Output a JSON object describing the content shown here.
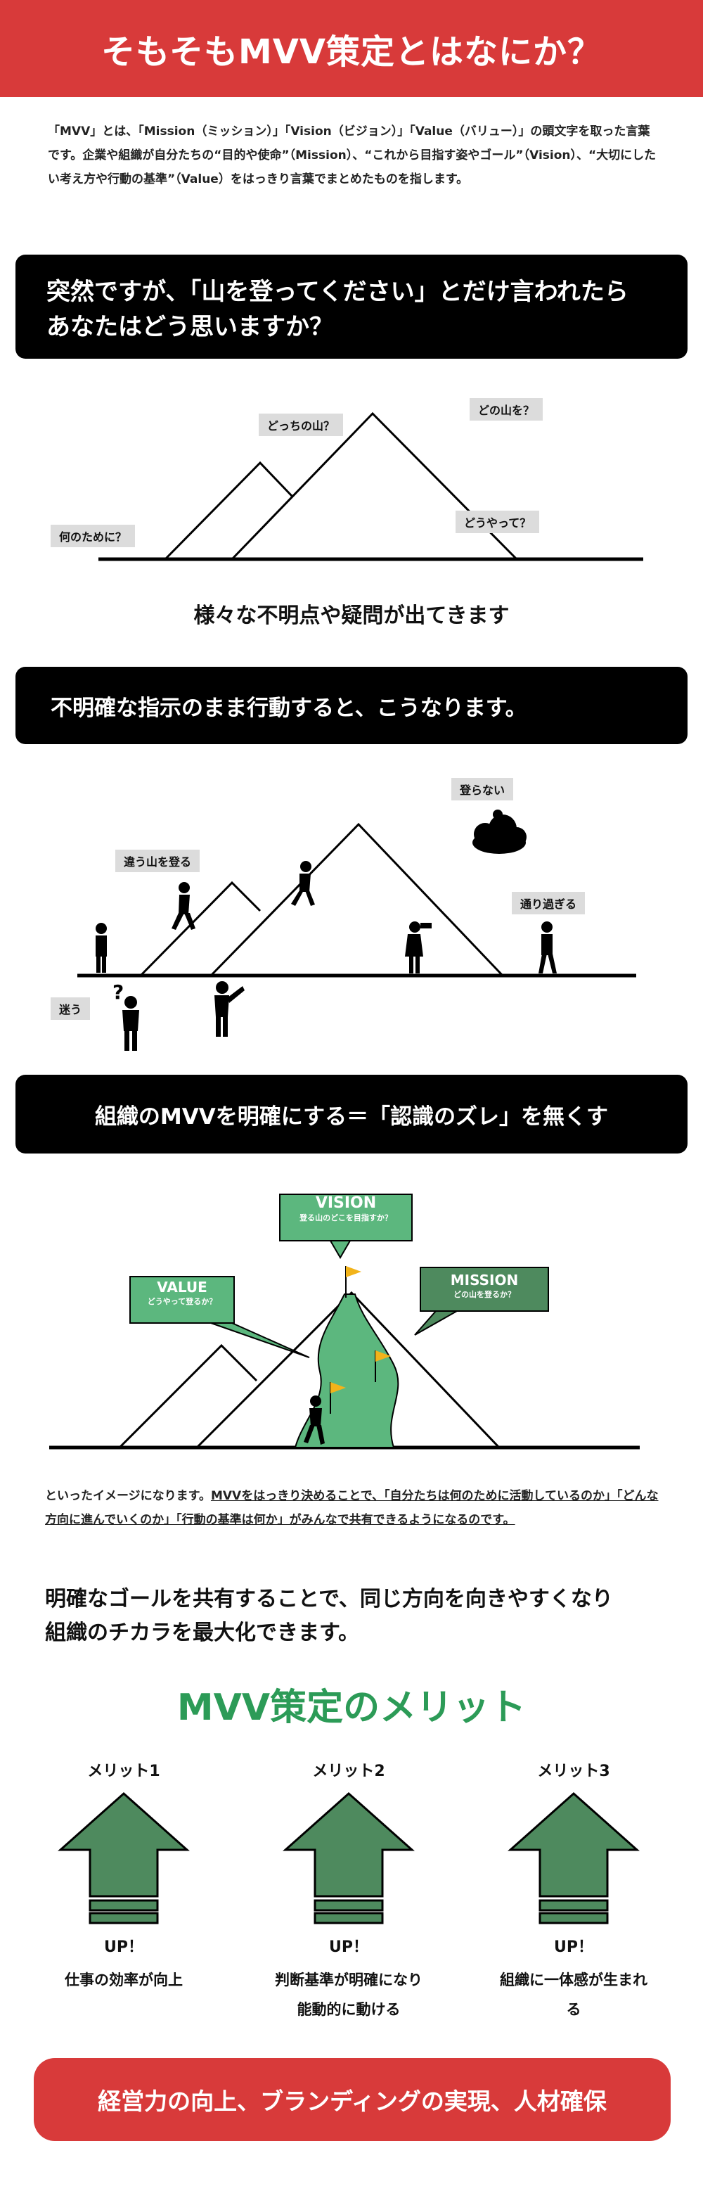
{
  "header": {
    "title": "そもそもMVV策定とはなにか？"
  },
  "intro": {
    "text": "「MVV」とは、「Mission（ミッション）」「Vision（ビジョン）」「Value（バリュー）」の頭文字を取った言葉です。企業や組織が自分たちの“目的や使命”（Mission）、“これから目指す姿やゴール”（Vision）、“大切にしたい考え方や行動の基準”（Value）をはっきり言葉でまとめたものを指します。"
  },
  "section1": {
    "banner_line1": "突然ですが、「山を登ってください」とだけ言われたら",
    "banner_line2": "あなたはどう思いますか？",
    "tags": {
      "which": "どっちの山？",
      "what": "どの山を？",
      "why": "何のために？",
      "how": "どうやって？"
    },
    "caption": "様々な不明点や疑問が出てきます"
  },
  "section2": {
    "banner": "不明確な指示のまま行動すると、こうなります。",
    "tags": {
      "not_climb": "登らない",
      "wrong_mountain": "違う山を登る",
      "pass_by": "通り過ぎる",
      "lost": "迷う"
    }
  },
  "section3": {
    "banner": "組織のMVVを明確にする＝「認識のズレ」を無くす",
    "vision": {
      "title": "VISION",
      "sub": "登る山のどこを目指すか？"
    },
    "value": {
      "title": "VALUE",
      "sub": "どうやって登るか？"
    },
    "mission": {
      "title": "MISSION",
      "sub": "どの山を登るか？"
    }
  },
  "body2": {
    "prefix": "といったイメージになります。",
    "underlined": "MVVをはっきり決めることで、「自分たちは何のために活動しているのか」「どんな方向に進んでいくのか」「行動の基準は何か」がみんなで共有できるようになるのです。"
  },
  "emphasis": {
    "line1": "明確なゴールを共有することで、同じ方向を向きやすくなり",
    "line2": "組織のチカラを最大化できます。"
  },
  "merits": {
    "title": "MVV策定のメリット",
    "items": [
      {
        "label": "メリット1",
        "up": "UP！",
        "desc1": "仕事の効率が向上",
        "desc2": ""
      },
      {
        "label": "メリット2",
        "up": "UP！",
        "desc1": "判断基準が明確になり",
        "desc2": "能動的に動ける"
      },
      {
        "label": "メリット3",
        "up": "UP！",
        "desc1": "組織に一体感が生まれる",
        "desc2": ""
      }
    ]
  },
  "footer": {
    "text": "経営力の向上、ブランディングの実現、人材確保"
  },
  "colors": {
    "accent_red": "#d83a3a",
    "accent_green": "#2c9b57",
    "arrow_green": "#4e8a5e",
    "path_green": "#5cb77e"
  }
}
